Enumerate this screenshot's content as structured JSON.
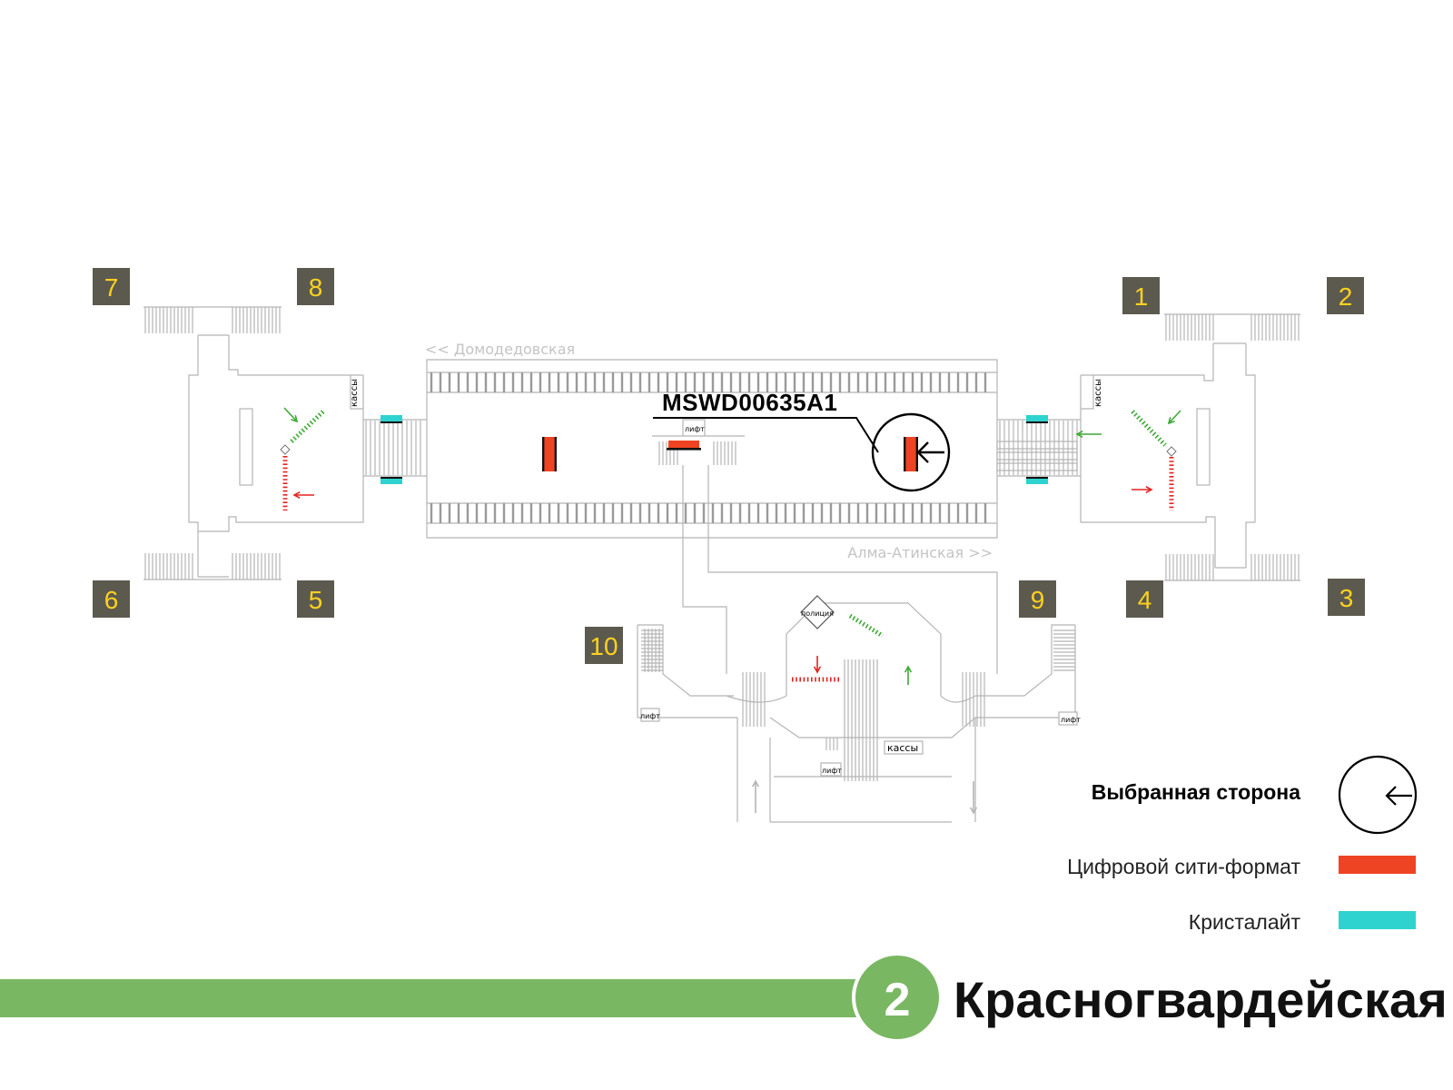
{
  "station": {
    "line_number": "2",
    "name": "Красногвардейская"
  },
  "colors": {
    "line_green": "#7ab763",
    "digital_cityformat": "#ef4423",
    "crystalight": "#2ed3cf",
    "exit_box": "#5c5a4e",
    "exit_number": "#ffd21f",
    "plan_line": "#b5b5b5",
    "track": "#9a9a9a",
    "arrow_green": "#3daa35",
    "arrow_red": "#e32420"
  },
  "directions": {
    "left": "<< Домодедовская",
    "right": "Алма-Атинская >>"
  },
  "placement_code": "MSWD00635A1",
  "exits": [
    "1",
    "2",
    "3",
    "4",
    "5",
    "6",
    "7",
    "8",
    "9",
    "10"
  ],
  "facility_labels": {
    "tickets": "кассы",
    "lift": "лифт",
    "police": "полиция"
  },
  "legend": {
    "selected_side": "Выбранная сторона",
    "selected_side_icon": "arrow-left-icon",
    "digital_cityformat": "Цифровой сити-формат",
    "crystalight": "Кристалайт"
  }
}
